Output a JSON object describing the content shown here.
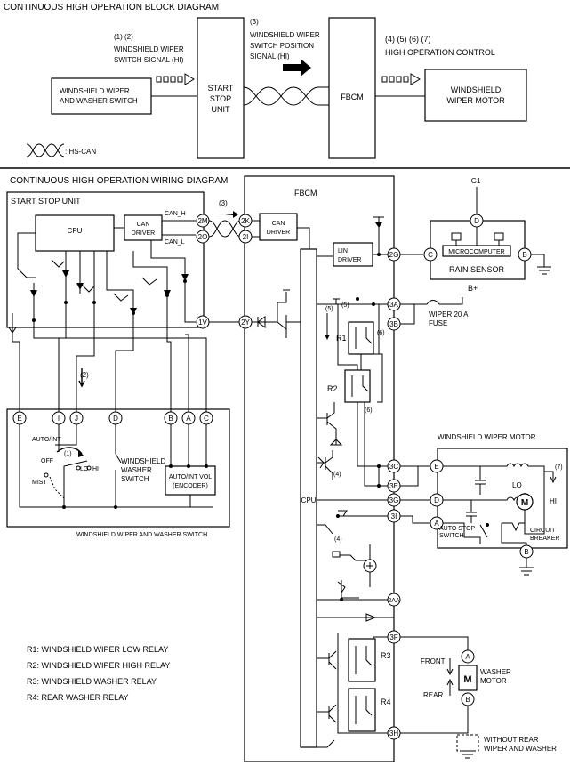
{
  "block_diagram": {
    "title": "CONTINUOUS HIGH OPERATION BLOCK DIAGRAM",
    "signal_1_2_refs": "(1) (2)",
    "signal_1_2_line1": "WINDSHIELD WIPER",
    "signal_1_2_line2": "SWITCH SIGNAL (HI)",
    "signal_3_ref": "(3)",
    "signal_3_line1": "WINDSHIELD WIPER",
    "signal_3_line2": "SWITCH POSITION",
    "signal_3_line3": "SIGNAL (HI)",
    "control_refs": "(4) (5) (6) (7)",
    "control_label": "HIGH OPERATION CONTROL",
    "switch_line1": "WINDSHIELD WIPER",
    "switch_line2": "AND WASHER SWITCH",
    "ssu_line1": "START",
    "ssu_line2": "STOP",
    "ssu_line3": "UNIT",
    "fbcm": "FBCM",
    "motor_line1": "WINDSHIELD",
    "motor_line2": "WIPER MOTOR",
    "legend": ": HS-CAN"
  },
  "wiring_diagram": {
    "title": "CONTINUOUS HIGH OPERATION WIRING DIAGRAM",
    "ssu_title": "START STOP UNIT",
    "cpu": "CPU",
    "can_driver_line1": "CAN",
    "can_driver_line2": "DRIVER",
    "can_h": "CAN_H",
    "can_l": "CAN_L",
    "fbcm_title": "FBCM",
    "lin_line1": "LIN",
    "lin_line2": "DRIVER",
    "ig1": "IG1",
    "microcomputer": "MICROCOMPUTER",
    "rain_sensor": "RAIN SENSOR",
    "bplus": "B+",
    "fuse_line1": "WIPER 20 A",
    "fuse_line2": "FUSE",
    "pins": {
      "p2M": "2M",
      "p2O": "2O",
      "p1V": "1V",
      "p2K": "2K",
      "p2I": "2I",
      "p2Y": "2Y",
      "p2G": "2G",
      "p3A": "3A",
      "p3B": "3B",
      "p3C": "3C",
      "p3E": "3E",
      "p3G": "3G",
      "p3I": "3I",
      "p2AA": "2AA",
      "p3F": "3F",
      "p3H": "3H",
      "rsD": "D",
      "rsC": "C",
      "rsB": "B",
      "swE": "E",
      "swI": "I",
      "swJ": "J",
      "swD": "D",
      "swB": "B",
      "swA": "A",
      "swC": "C",
      "mE": "E",
      "mD": "D",
      "mA": "A",
      "mB": "B",
      "wA": "A",
      "wB": "B"
    },
    "refs": {
      "r3": "(3)",
      "r2": "(2)",
      "r5a": "(5)",
      "r5b": "(5)",
      "r6a": "(6)",
      "r6b": "(6)",
      "r1": "(1)",
      "r4a": "(4)",
      "r4b": "(4)",
      "r7": "(7)"
    },
    "relays": {
      "R1": "R1",
      "R2": "R2",
      "R3": "R3",
      "R4": "R4"
    },
    "switch": {
      "auto_int": "AUTO/INT",
      "off": "OFF",
      "lo": "LO",
      "hi": "HI",
      "mist": "MIST",
      "washer_line1": "WINDSHIELD",
      "washer_line2": "WASHER",
      "washer_line3": "SWITCH",
      "vol_line1": "AUTO/INT VOL",
      "vol_line2": "(ENCODER)",
      "caption": "WINDSHIELD WIPER AND WASHER SWITCH"
    },
    "motor": {
      "title": "WINDSHIELD WIPER MOTOR",
      "lo": "LO",
      "hi": "HI",
      "m": "M",
      "auto_stop_line1": "AUTO STOP",
      "auto_stop_line2": "SWITCH",
      "breaker_line1": "CIRCUIT",
      "breaker_line2": "BREAKER"
    },
    "washer": {
      "front": "FRONT",
      "rear": "REAR",
      "m": "M",
      "line1": "WASHER",
      "line2": "MOTOR",
      "without_line1": "WITHOUT REAR",
      "without_line2": "WIPER AND WASHER"
    },
    "legend": {
      "r1": "R1: WINDSHIELD WIPER LOW RELAY",
      "r2": "R2: WINDSHIELD WIPER HIGH RELAY",
      "r3": "R3: WINDSHIELD WASHER RELAY",
      "r4": "R4: REAR WASHER RELAY"
    }
  }
}
